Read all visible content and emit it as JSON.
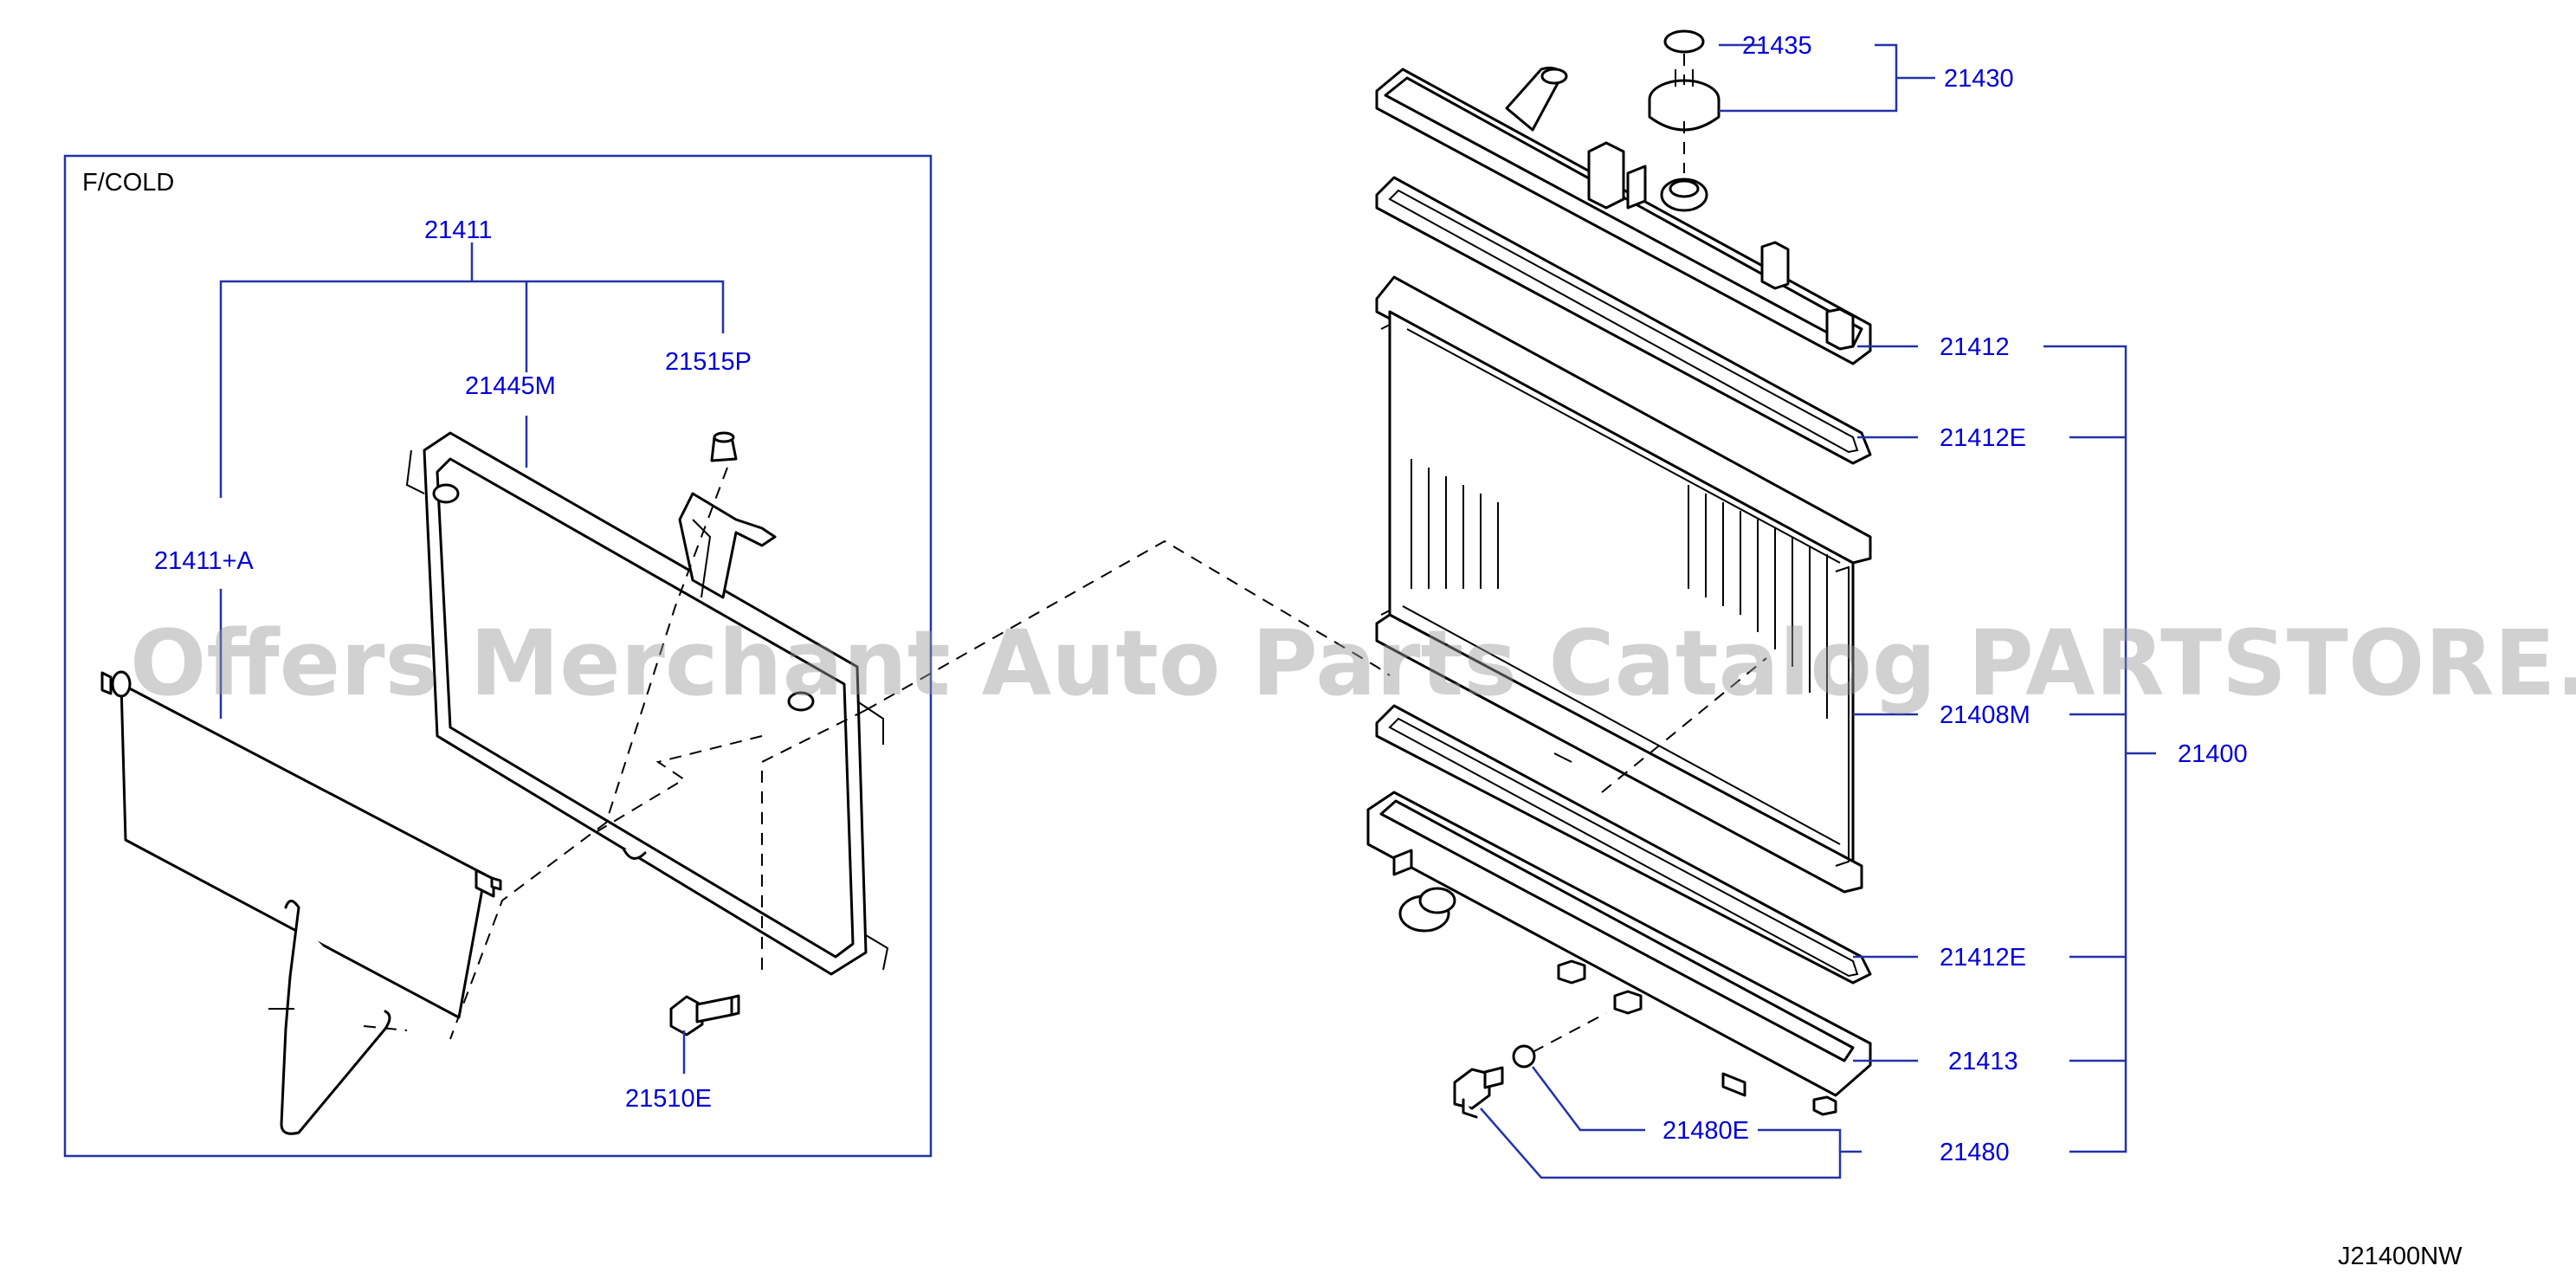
{
  "watermark": "Offers Merchant Auto Parts Catalog PARTSTORE.SA",
  "drawing_code": "J21400NW",
  "inset": {
    "title": "F/COLD"
  },
  "labels": {
    "p21411": "21411",
    "p21445M": "21445M",
    "p21515P": "21515P",
    "p21411A": "21411+A",
    "p21510E": "21510E",
    "p21435": "21435",
    "p21430": "21430",
    "p21412_top": "21412",
    "p21412E_top": "21412E",
    "p21408M": "21408M",
    "p21400": "21400",
    "p21412E_bottom": "21412E",
    "p21413": "21413",
    "p21480E": "21480E",
    "p21480": "21480"
  },
  "colors": {
    "label": "#0000d8",
    "leader": "#2233aa",
    "line": "#000000",
    "watermark": "#9a9a9a"
  }
}
